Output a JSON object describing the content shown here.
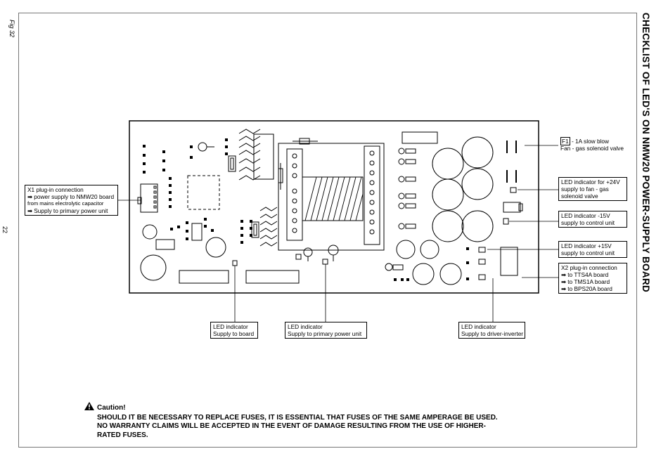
{
  "page": {
    "figure_label": "Fig 32",
    "page_number": "22",
    "title": "CHECKLIST OF LED'S ON NMW20 POWER-SUPPLY BOARD"
  },
  "labels": {
    "x1": {
      "title": "X1 plug-in connection",
      "lines": [
        "➡ power supply to NMW20 board",
        "  from mains electrolytic capacitor",
        "➡ Supply to primary power unit"
      ]
    },
    "f1": {
      "tag": "F1",
      "line1": " - 1A slow blow",
      "line2": "Fan - gas solenoid valve"
    },
    "led24": {
      "line1": "LED indicator for +24V",
      "line2": "supply to fan - gas",
      "line3": "solenoid valve"
    },
    "led_m15": {
      "line1": "LED indicator -15V",
      "line2": "supply to control unit"
    },
    "led_p15": {
      "line1": "LED indicator +15V",
      "line2": "supply to control unit"
    },
    "x2": {
      "title": "X2 plug-in connection",
      "lines": [
        "➡ to TTS4A board",
        "➡ to TMS1A board",
        "➡ to BPS20A board"
      ]
    },
    "led_board": {
      "line1": "LED indicator",
      "line2": "Supply to board"
    },
    "led_primary": {
      "line1": "LED indicator",
      "line2": "Supply to primary power unit"
    },
    "led_driver": {
      "line1": "LED indicator",
      "line2": "Supply to driver-inverter"
    }
  },
  "caution": {
    "heading": "Caution!",
    "line1": "SHOULD IT BE NECESSARY TO REPLACE FUSES, IT IS ESSENTIAL THAT FUSES OF THE SAME AMPERAGE BE USED.",
    "line2": "NO WARRANTY CLAIMS WILL BE ACCEPTED IN THE EVENT OF DAMAGE RESULTING FROM THE USE OF HIGHER-",
    "line3": "RATED FUSES."
  }
}
